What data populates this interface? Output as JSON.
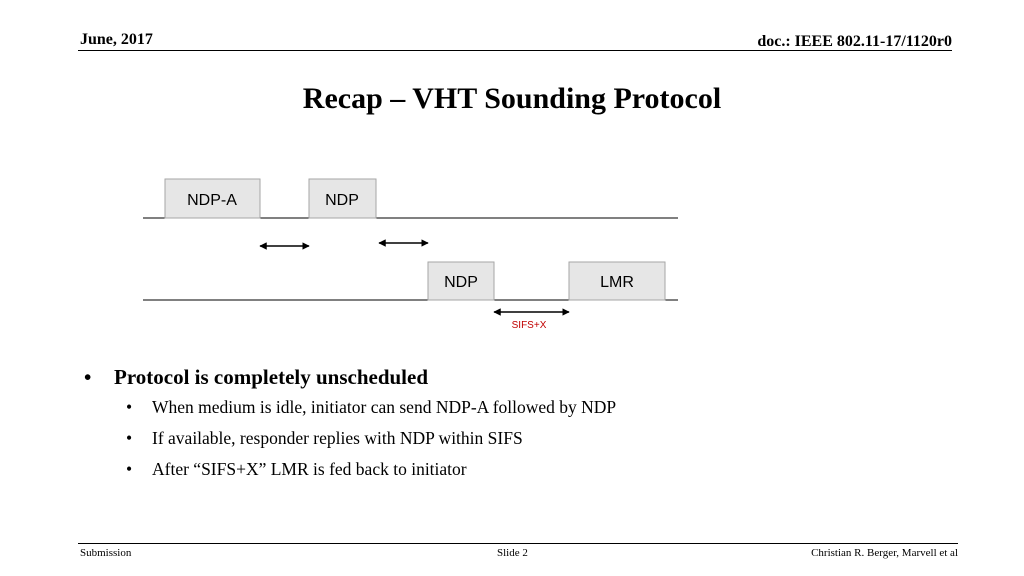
{
  "header": {
    "date": "June, 2017",
    "doc": "doc.: IEEE 802.11-17/1120r0"
  },
  "title": "Recap – VHT Sounding Protocol",
  "diagram": {
    "initiator_boxes": [
      "NDP-A",
      "NDP"
    ],
    "responder_boxes": [
      "NDP",
      "LMR"
    ],
    "sifs_label": "SIFS+X"
  },
  "bullets": {
    "main": "Protocol is completely unscheduled",
    "subs": [
      "When medium is idle, initiator can send NDP-A followed by NDP",
      "If available, responder replies with NDP within SIFS",
      "After “SIFS+X” LMR is fed back to initiator"
    ]
  },
  "footer": {
    "left": "Submission",
    "center": "Slide 2",
    "right": "Christian R. Berger, Marvell et al"
  },
  "colors": {
    "box_fill": "#e6e6e6",
    "box_stroke": "#a6a6a6",
    "sifs_label": "#c00000"
  }
}
